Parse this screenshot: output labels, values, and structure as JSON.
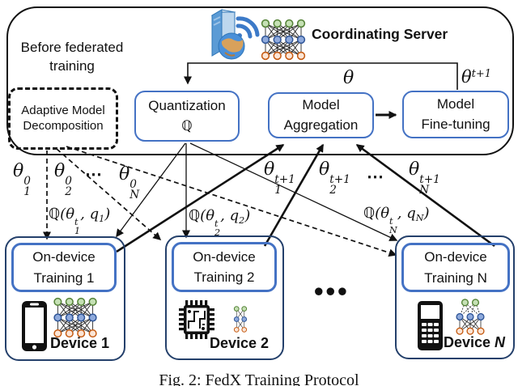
{
  "figure": {
    "caption": "Fig. 2: FedX Training Protocol"
  },
  "server": {
    "title": "Coordinating Server",
    "before_note": "Before federated\ntraining"
  },
  "boxes": {
    "amd": "Adaptive Model\nDecomposition",
    "quantization_line1": "Quantization",
    "quantization_line2": "ℚ",
    "aggregation": "Model\nAggregation",
    "finetuning": "Model\nFine-tuning"
  },
  "labels": {
    "theta": "θ",
    "theta_next": {
      "pre": "θ",
      "sup": "t+1",
      "sub": ""
    },
    "init_models": [
      {
        "pre": "θ",
        "sup": "0",
        "sub": "1"
      },
      {
        "pre": "θ",
        "sup": "0",
        "sub": "2"
      },
      {
        "pre": "θ",
        "sup": "0",
        "sub": "N"
      }
    ],
    "updated_models": [
      {
        "pre": "θ",
        "sup": "t+1",
        "sub": "1"
      },
      {
        "pre": "θ",
        "sup": "t+1",
        "sub": "2"
      },
      {
        "pre": "θ",
        "sup": "t+1",
        "sub": "N"
      }
    ],
    "quantized": [
      {
        "pre": "ℚ(θ",
        "sup": "t",
        "sub": "1",
        "mid": ", q",
        "sub2": "1",
        "post": ")"
      },
      {
        "pre": "ℚ(θ",
        "sup": "t",
        "sub": "2",
        "mid": ", q",
        "sub2": "2",
        "post": ")"
      },
      {
        "pre": "ℚ(θ",
        "sup": "t",
        "sub": "N",
        "mid": ", q",
        "sub2": "N",
        "post": ")"
      }
    ],
    "dots_init": "⋯",
    "dots_updated": "⋯",
    "dots_devices": "•••"
  },
  "devices": [
    {
      "training": "On-device\nTraining 1",
      "name": "Device ",
      "suffix": "1"
    },
    {
      "training": "On-device\nTraining 2",
      "name": "Device ",
      "suffix": "2"
    },
    {
      "training": "On-device\nTraining N",
      "name": "Device ",
      "suffix": "N"
    }
  ],
  "colors": {
    "box_blue": "#4472C4",
    "outer_navy": "#24406B",
    "line": "#111111",
    "nn_green_fill": "#C5E0B4",
    "nn_green_stroke": "#538135",
    "nn_blue_fill": "#8FAADC",
    "nn_blue_stroke": "#2F5597",
    "nn_orange_fill": "#FBE5D6",
    "nn_orange_stroke": "#C55A11"
  },
  "nn_icons": {
    "server": {
      "layers": [
        4,
        4,
        4
      ],
      "dashed_top": false
    },
    "device1": {
      "layers": [
        4,
        4,
        4
      ],
      "dashed_top": false
    },
    "device2": {
      "layers": [
        2,
        2,
        2
      ],
      "dashed_top": false
    },
    "deviceN": {
      "layers": [
        2,
        3,
        3
      ],
      "dashed_top": true
    }
  }
}
